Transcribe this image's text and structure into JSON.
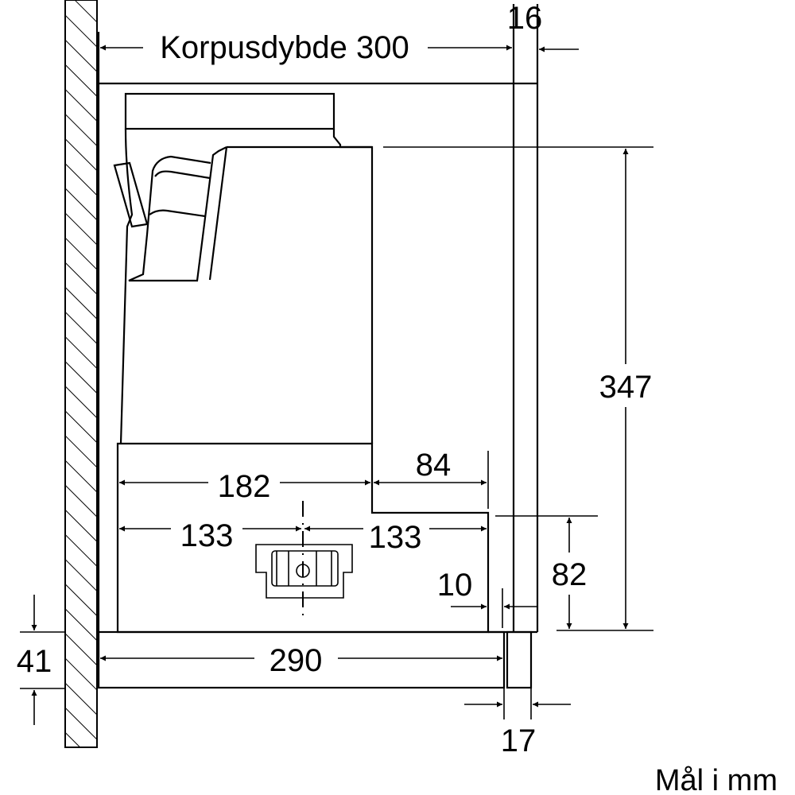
{
  "diagram": {
    "dimensions": {
      "korpusdybde": "Korpusdybde 300",
      "front_gap": "16",
      "height": "347",
      "width_182": "182",
      "width_84": "84",
      "half_left": "133",
      "half_right": "133",
      "gap_10": "10",
      "height_82": "82",
      "panel_41": "41",
      "width_290": "290",
      "panel_17": "17"
    },
    "unit_label": "Mål i mm",
    "colors": {
      "line": "#000000",
      "background": "#ffffff"
    }
  }
}
